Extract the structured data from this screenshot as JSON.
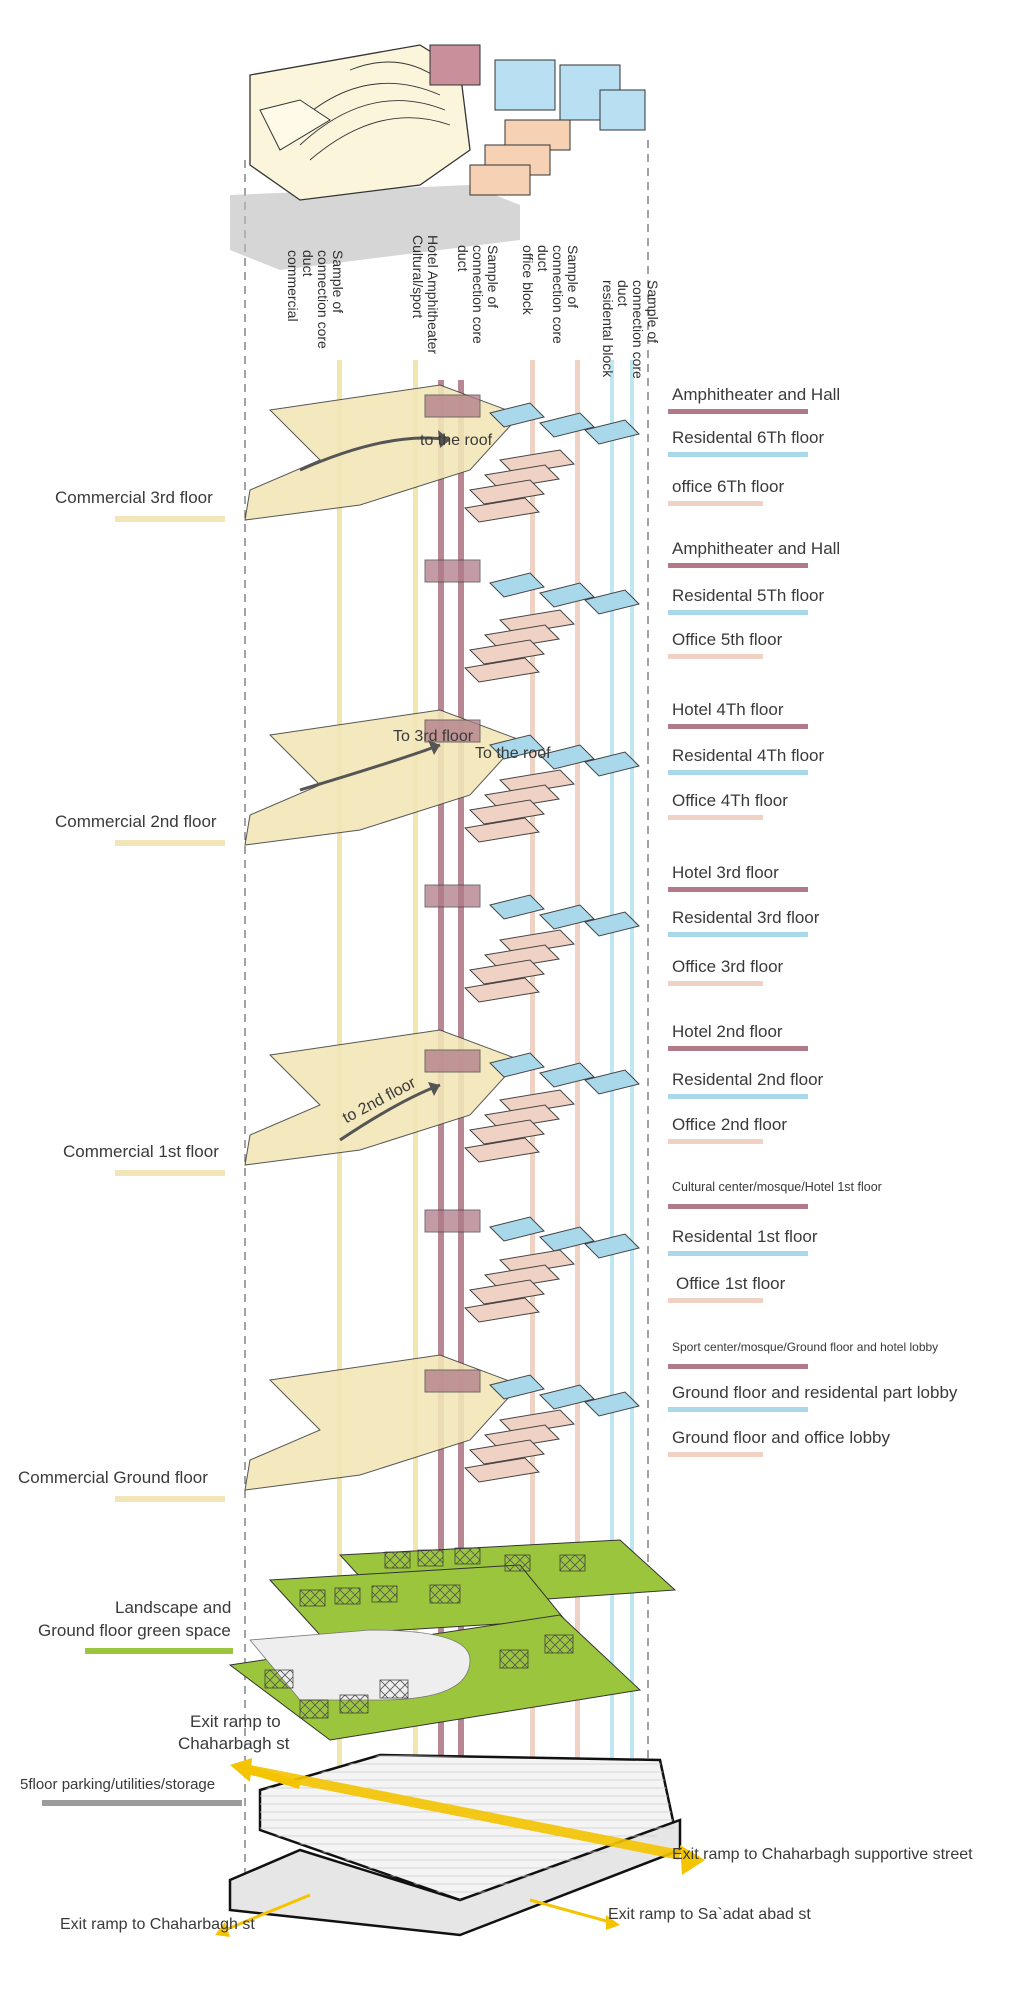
{
  "colors": {
    "commercial": "#f2e6b8",
    "hotel": "#b07a88",
    "residential": "#a8d8ea",
    "office": "#f0d2c4",
    "landscape": "#9bc53d",
    "parking": "#9c9c9c",
    "arrow": "#f5c400"
  },
  "duct_labels": [
    {
      "lines": [
        "Sample of",
        "connection core",
        "duct",
        "commercial"
      ]
    },
    {
      "lines": [
        "Hotel Amphitheater",
        "Cultural/sport"
      ]
    },
    {
      "lines": [
        "Sample of",
        "connection core",
        "duct"
      ]
    },
    {
      "lines": [
        "Sample of",
        "connection core",
        "duct",
        "office block"
      ]
    },
    {
      "lines": [
        "Sample of",
        "connection core",
        "duct",
        "residental block"
      ]
    }
  ],
  "left_labels": [
    "Commercial 3rd floor",
    "Commercial 2nd floor",
    "Commercial 1st floor",
    "Commercial Ground floor",
    "Landscape and",
    "Ground floor green space",
    "Exit ramp to",
    "Chaharbagh st",
    "5floor parking/utilities/storage",
    "Exit ramp to Chaharbagh st"
  ],
  "right_labels": [
    "Amphitheater and Hall",
    "Residental 6Th floor",
    "office 6Th floor",
    "Amphitheater and Hall",
    "Residental 5Th floor",
    "Office 5th floor",
    "Hotel 4Th floor",
    "Residental 4Th floor",
    "Office 4Th floor",
    "Hotel 3rd floor",
    "Residental 3rd floor",
    "Office 3rd floor",
    "Hotel 2nd floor",
    "Residental 2nd floor",
    "Office 2nd floor",
    "Cultural center/mosque/Hotel 1st floor",
    "Residental 1st floor",
    "Office 1st floor",
    "Sport center/mosque/Ground floor and hotel lobby",
    "Ground floor and residental part lobby",
    "Ground floor and office lobby",
    "Exit ramp to Chaharbagh supportive street",
    "Exit ramp to Sa`adat abad st"
  ],
  "annotations": [
    "to the roof",
    "To 3rd floor",
    "To the roof",
    "to 2nd floor"
  ]
}
